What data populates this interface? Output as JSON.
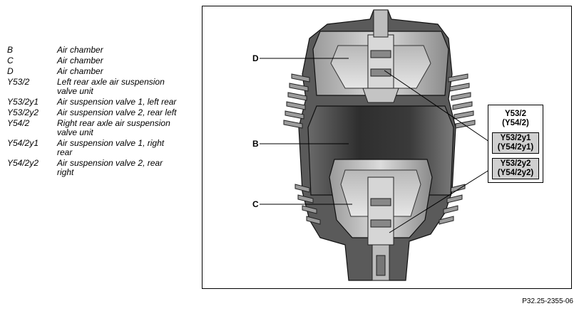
{
  "legend": [
    {
      "code": "B",
      "desc": "Air chamber"
    },
    {
      "code": "C",
      "desc": "Air chamber"
    },
    {
      "code": "D",
      "desc": "Air chamber"
    },
    {
      "code": "Y53/2",
      "desc": "Left rear axle air suspension valve unit"
    },
    {
      "code": "Y53/2y1",
      "desc": "Air suspension valve 1, left rear"
    },
    {
      "code": "Y53/2y2",
      "desc": "Air suspension valve 2, rear left"
    },
    {
      "code": "Y54/2",
      "desc": "Right rear axle air suspension valve unit"
    },
    {
      "code": "Y54/2y1",
      "desc": "Air suspension valve 1, right rear"
    },
    {
      "code": "Y54/2y2",
      "desc": "Air suspension valve 2, rear right"
    }
  ],
  "figure": {
    "label_d": "D",
    "label_b": "B",
    "label_c": "C",
    "callout": {
      "title_line1": "Y53/2",
      "title_line2": "(Y54/2)",
      "valve1_line1": "Y53/2y1",
      "valve1_line2": "(Y54/2y1)",
      "valve2_line1": "Y53/2y2",
      "valve2_line2": "(Y54/2y2)"
    }
  },
  "reference": "P32.25-2355-06"
}
